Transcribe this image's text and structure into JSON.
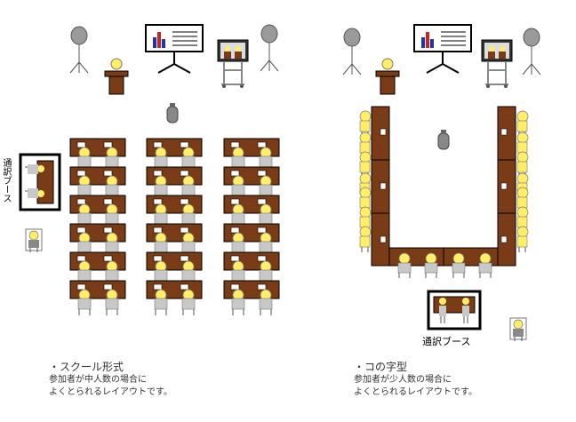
{
  "left_layout": {
    "title": "・スクール形式",
    "desc_line1": "参加者が中人数の場合に",
    "desc_line2": "よくとられるレイアウトです。",
    "booth_label": "通訳ブース",
    "row_count": 6,
    "column_count": 3
  },
  "right_layout": {
    "title": "・コの字型",
    "desc_line1": "参加者が少人数の場合に",
    "desc_line2": "よくとられるレイアウトです。",
    "booth_label": "通訳ブース"
  },
  "colors": {
    "desk": "#7a3c16",
    "desk_border": "#000000",
    "person_head": "#ffee66",
    "person_body": "#c8c8c8",
    "chair": "#9a9a9a",
    "booth_frame": "#000000"
  },
  "icons": [
    "speaker-icon",
    "projector-screen-icon",
    "podium-icon",
    "monitor-icon",
    "microphone-icon",
    "person-icon",
    "chair-icon"
  ]
}
